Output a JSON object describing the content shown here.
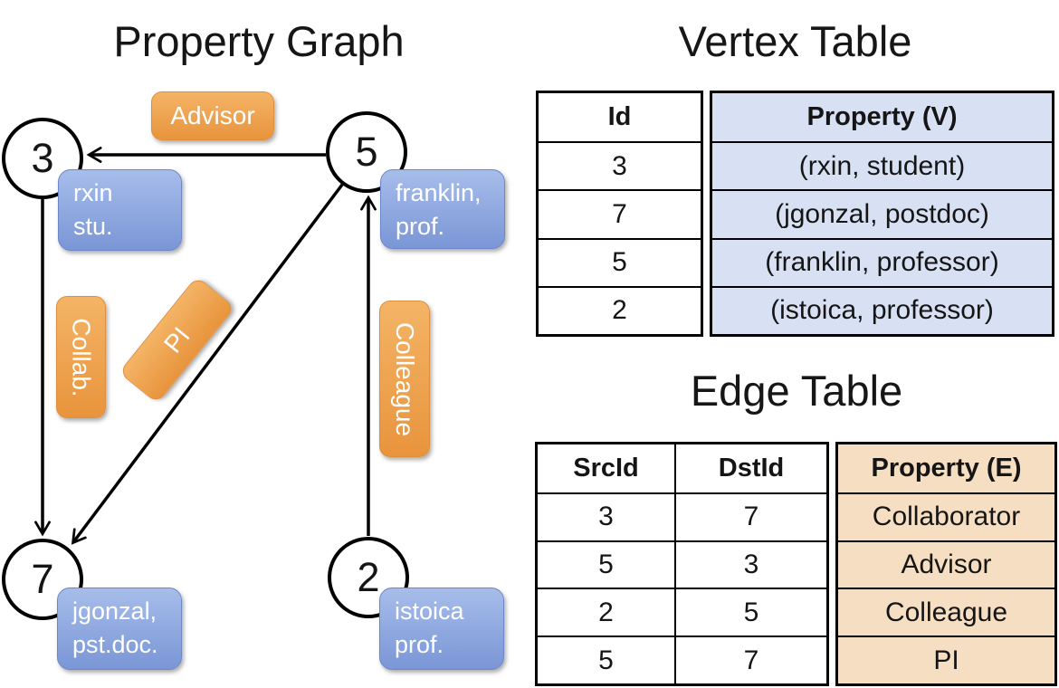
{
  "graph": {
    "title": "Property Graph",
    "nodes": [
      {
        "id": "3",
        "property_line1": "rxin",
        "property_line2": "stu."
      },
      {
        "id": "5",
        "property_line1": "franklin,",
        "property_line2": "prof."
      },
      {
        "id": "7",
        "property_line1": "jgonzal,",
        "property_line2": "pst.doc."
      },
      {
        "id": "2",
        "property_line1": "istoica",
        "property_line2": "prof."
      }
    ],
    "edge_labels": [
      {
        "text": "Advisor"
      },
      {
        "text": "Collab."
      },
      {
        "text": "PI"
      },
      {
        "text": "Colleague"
      }
    ]
  },
  "vertex_table": {
    "title": "Vertex Table",
    "headers": {
      "id": "Id",
      "property": "Property (V)"
    },
    "rows": [
      {
        "id": "3",
        "property": "(rxin, student)"
      },
      {
        "id": "7",
        "property": "(jgonzal, postdoc)"
      },
      {
        "id": "5",
        "property": "(franklin, professor)"
      },
      {
        "id": "2",
        "property": "(istoica, professor)"
      }
    ]
  },
  "edge_table": {
    "title": "Edge Table",
    "headers": {
      "src": "SrcId",
      "dst": "DstId",
      "property": "Property (E)"
    },
    "rows": [
      {
        "src": "3",
        "dst": "7",
        "property": "Collaborator"
      },
      {
        "src": "5",
        "dst": "3",
        "property": "Advisor"
      },
      {
        "src": "2",
        "dst": "5",
        "property": "Colleague"
      },
      {
        "src": "5",
        "dst": "7",
        "property": "PI"
      }
    ]
  },
  "colors": {
    "edge_label_orange": "#ec9f49",
    "vertex_box_blue": "#8aa4da",
    "vertex_property_cell_fill": "#d8e1f3",
    "edge_property_cell_fill": "#f5dec1",
    "line_black": "#000000"
  }
}
